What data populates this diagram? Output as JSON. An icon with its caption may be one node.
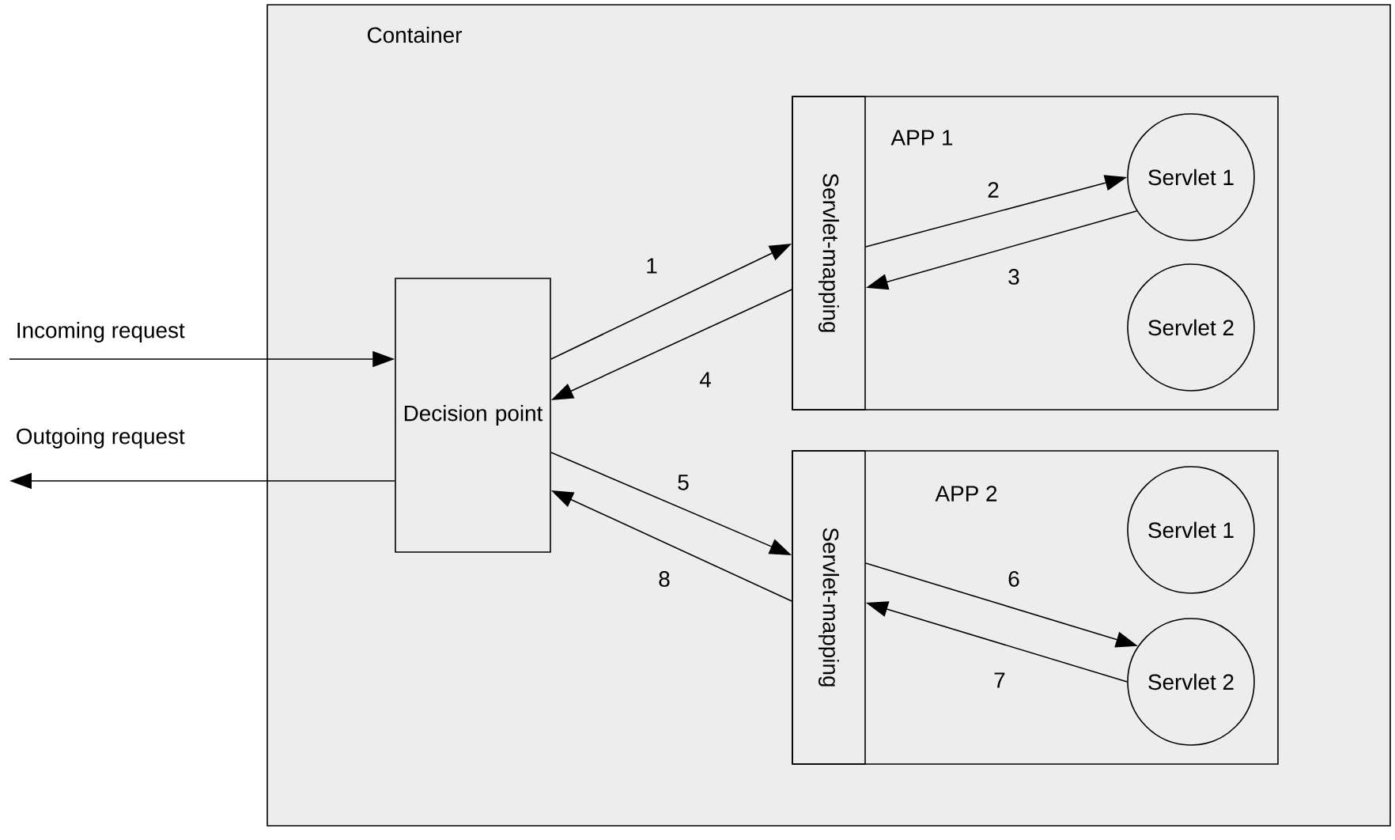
{
  "diagram": {
    "nodes": [
      {
        "text": [
          "Container"
        ]
      },
      {
        "text": [
          "Decision point"
        ],
        "in": 0
      },
      {
        "text": [
          "APP 1"
        ],
        "in": 0
      },
      {
        "text": [
          "Servlet-mapping"
        ],
        "in": 2
      },
      {
        "text": [
          "Servlet 1"
        ],
        "in": 2
      },
      {
        "text": [
          "Servlet 2"
        ],
        "in": 2
      },
      {
        "text": [
          "APP 2"
        ],
        "in": 0
      },
      {
        "text": [
          "Servlet-mapping"
        ],
        "in": 6
      },
      {
        "text": [
          "Servlet 1"
        ],
        "in": 6
      },
      {
        "text": [
          "Servlet 2"
        ],
        "in": 6
      }
    ],
    "edges": [
      {
        "from": null,
        "to": 1,
        "arrow": "to",
        "label": "Incoming request"
      },
      {
        "from": 1,
        "to": 3,
        "arrow": "to",
        "label": "1"
      },
      {
        "from": 3,
        "to": 4,
        "arrow": "to",
        "label": "2"
      },
      {
        "from": 4,
        "to": 3,
        "arrow": "to",
        "label": "3"
      },
      {
        "from": 3,
        "to": 1,
        "arrow": "to",
        "label": "4"
      },
      {
        "from": 1,
        "to": 7,
        "arrow": "to",
        "label": "5"
      },
      {
        "from": 7,
        "to": 9,
        "arrow": "to",
        "label": "6"
      },
      {
        "from": 9,
        "to": 7,
        "arrow": "to",
        "label": "7"
      },
      {
        "from": 7,
        "to": 1,
        "arrow": "to",
        "label": "8"
      },
      {
        "from": 1,
        "to": null,
        "arrow": "to",
        "label": "Outgoing request"
      }
    ]
  }
}
